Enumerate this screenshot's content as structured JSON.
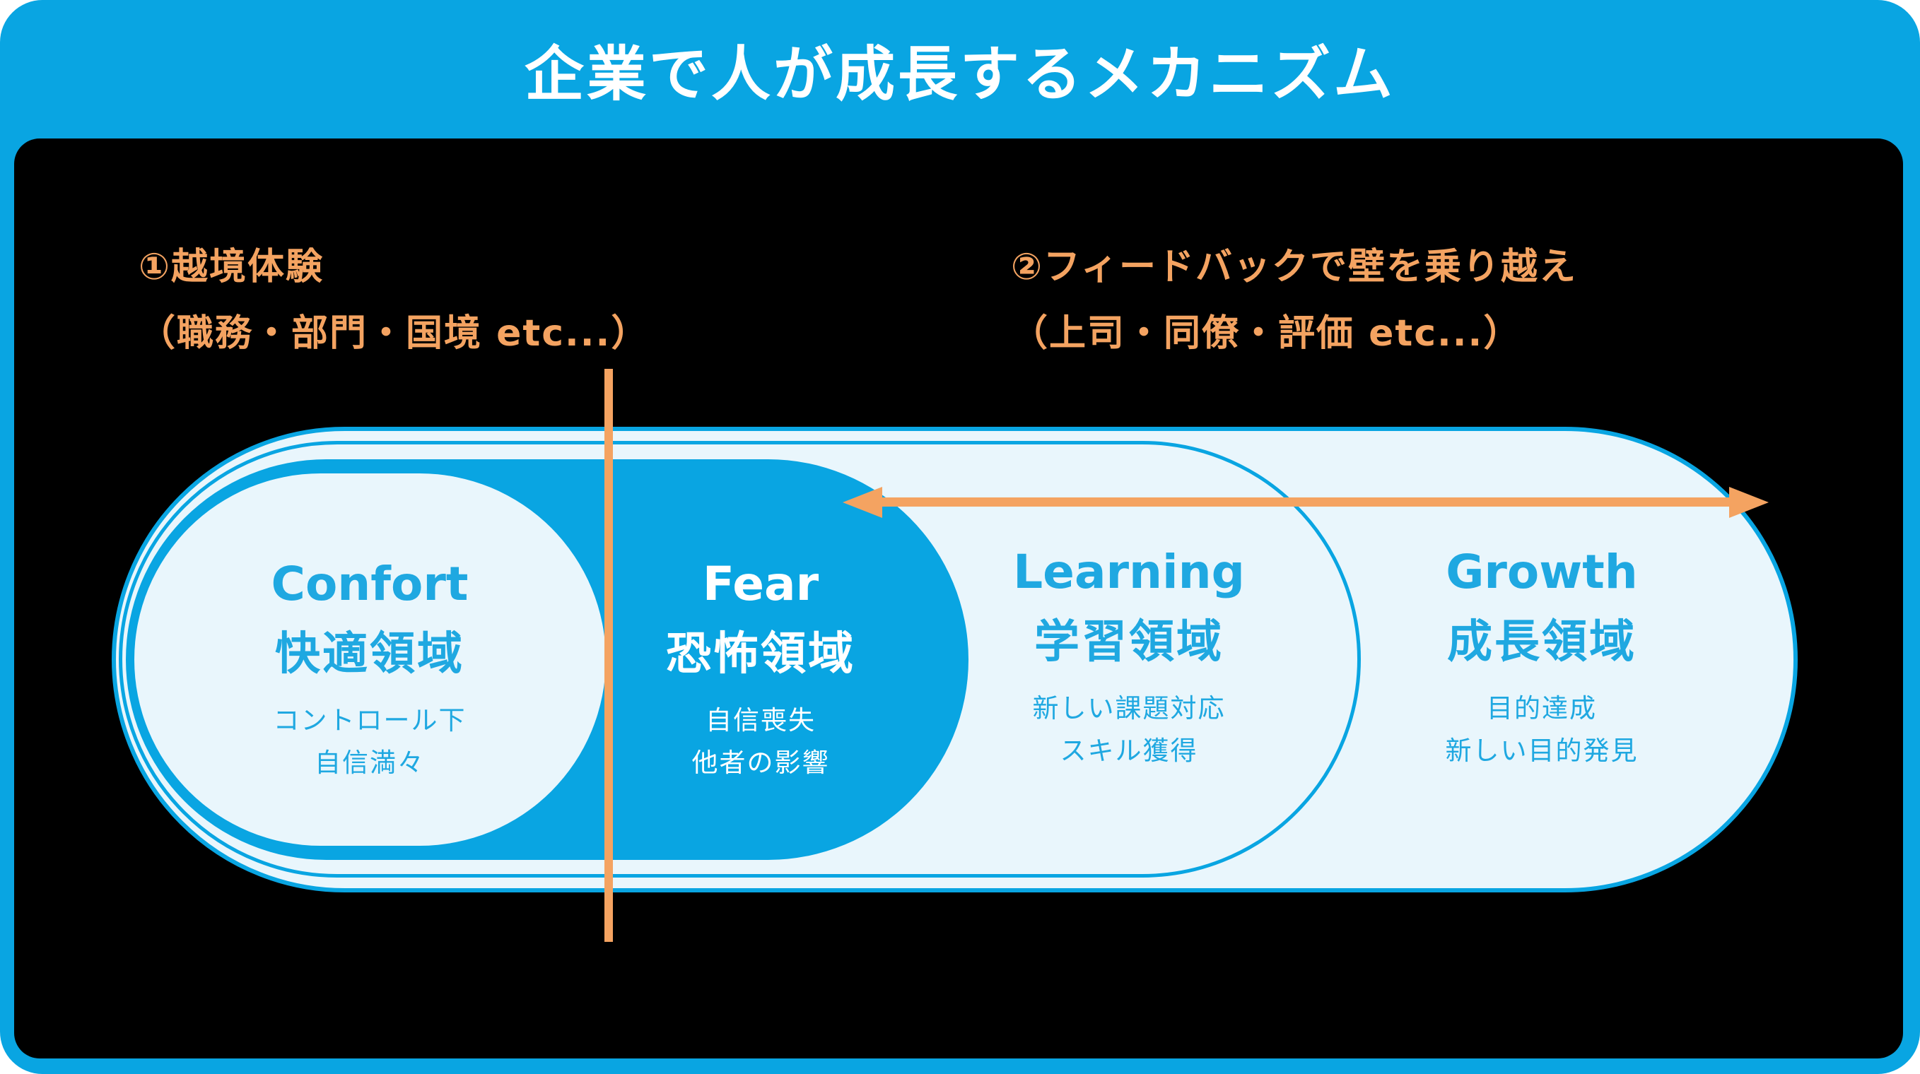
{
  "title": "企業で人が成長するメカニズム",
  "annotations": {
    "step1": {
      "line1": "①越境体験",
      "line2": "（職務・部門・国境 etc...）"
    },
    "step2": {
      "line1": "②フィードバックで壁を乗り越え",
      "line2": "（上司・同僚・評価 etc...）"
    }
  },
  "zones": [
    {
      "id": "comfort",
      "en": "Confort",
      "jp": "快適領域",
      "sub1": "コントロール下",
      "sub2": "自信満々"
    },
    {
      "id": "fear",
      "en": "Fear",
      "jp": "恐怖領域",
      "sub1": "自信喪失",
      "sub2": "他者の影響"
    },
    {
      "id": "learning",
      "en": "Learning",
      "jp": "学習領域",
      "sub1": "新しい課題対応",
      "sub2": "スキル獲得"
    },
    {
      "id": "growth",
      "en": "Growth",
      "jp": "成長領域",
      "sub1": "目的達成",
      "sub2": "新しい目的発見"
    }
  ],
  "colors": {
    "cyan": "#09A5E2",
    "light_blue": "#E9F6FC",
    "orange": "#F4A361",
    "panel_black": "#000000",
    "white": "#FFFFFF",
    "text_cyan": "#1FA8E1"
  }
}
